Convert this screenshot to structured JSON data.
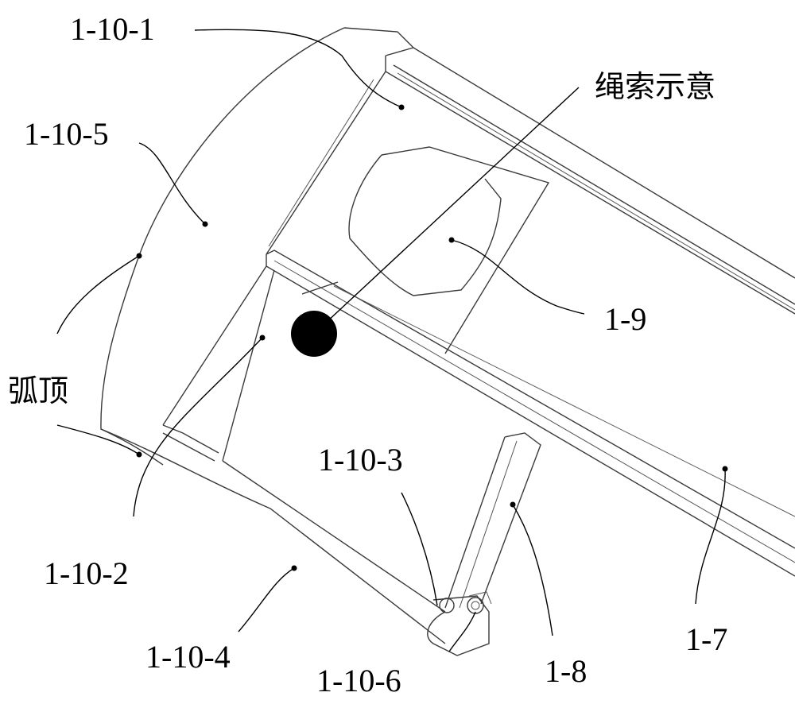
{
  "figure": {
    "labels": {
      "l_1_10_1": "1-10-1",
      "l_1_10_5": "1-10-5",
      "l_rope": "绳索示意",
      "l_1_9": "1-9",
      "l_arc_top": "弧顶",
      "l_1_10_2": "1-10-2",
      "l_1_10_3": "1-10-3",
      "l_1_10_4": "1-10-4",
      "l_1_10_6": "1-10-6",
      "l_1_8": "1-8",
      "l_1_7": "1-7"
    },
    "colors": {
      "line": "#3a3a3a",
      "ink": "#000000",
      "background": "#ffffff"
    }
  }
}
